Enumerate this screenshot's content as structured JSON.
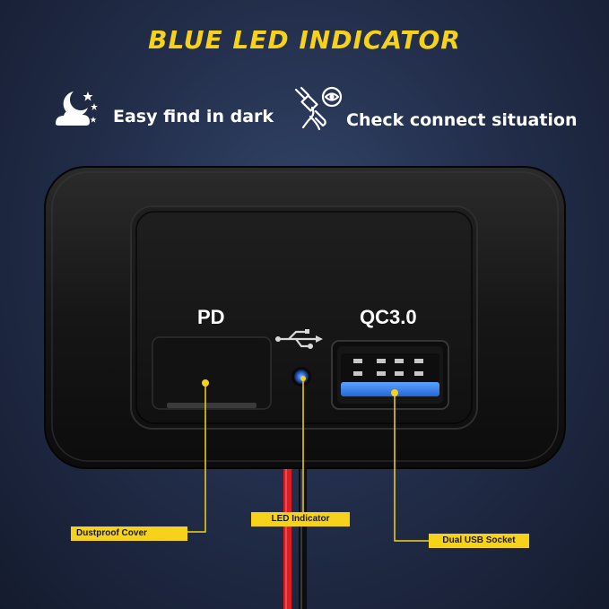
{
  "title": "BLUE LED INDICATOR",
  "features": [
    {
      "icon": "moon-stars-icon",
      "text": "Easy find in dark"
    },
    {
      "icon": "plug-eye-icon",
      "text": "Check connect situation"
    }
  ],
  "ports": {
    "pd_label": "PD",
    "qc_label": "QC3.0"
  },
  "callouts": {
    "dustproof": "Dustproof Cover",
    "led": "LED Indicator",
    "usb": "Dual USB Socket"
  },
  "colors": {
    "accent_yellow": "#f7d21a",
    "led_blue": "#2f7cf0",
    "panel_black": "#151515",
    "wire_red": "#d81f26"
  }
}
